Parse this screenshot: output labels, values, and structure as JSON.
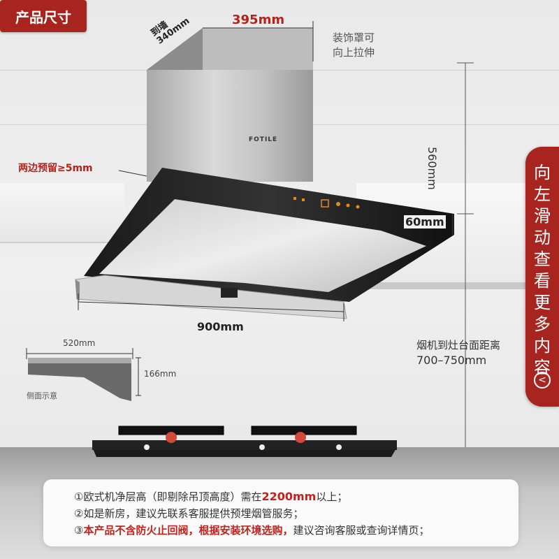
{
  "badge": {
    "label": "产品尺寸"
  },
  "brand": {
    "logo_text": "FOTILE"
  },
  "dimensions": {
    "to_wall_line1": "到墙",
    "to_wall_line2": "340mm",
    "chimney_width": "395mm",
    "cover_note_line1": "装饰罩可",
    "cover_note_line2": "向上拉伸",
    "chimney_height": "560mm",
    "side_margin": "两边预留≥5mm",
    "panel_height": "60mm",
    "total_width": "900mm",
    "stove_distance_line1": "烟机到灶台面距离",
    "stove_distance_line2": "700–750mm"
  },
  "side_view": {
    "width": "520mm",
    "height": "166mm",
    "caption": "侧面示意"
  },
  "side_tab": {
    "chars": [
      "向",
      "左",
      "滑",
      "动",
      "查",
      "看",
      "更",
      "多",
      "内",
      "容"
    ],
    "arrow": "<"
  },
  "notes": {
    "n1_prefix": "①欧式机净层高（即剔除吊顶高度）需在",
    "n1_highlight": "2200mm",
    "n1_suffix": "以上；",
    "n2": "②如是新房，建议先联系客服提供预埋烟管服务；",
    "n3_prefix": "③",
    "n3_highlight": "本产品不含防火止回阀，根据安装环境选购，",
    "n3_suffix": "建议咨询客服或查询详情页；"
  },
  "colors": {
    "accent": "#a8241f",
    "highlight": "#c4221c"
  }
}
